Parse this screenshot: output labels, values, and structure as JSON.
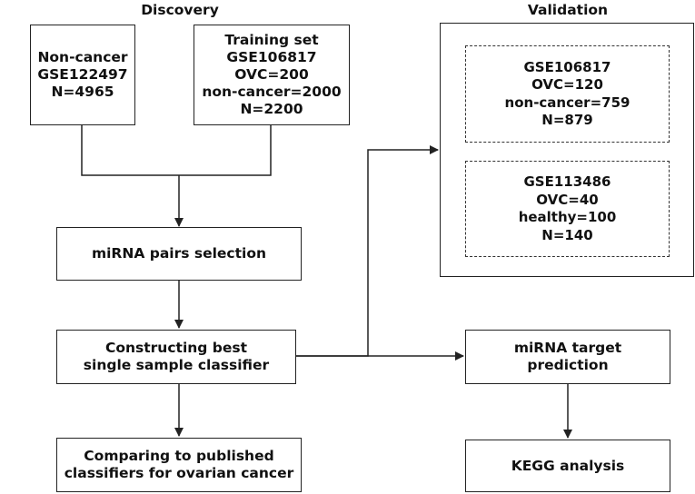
{
  "headers": {
    "discovery": "Discovery",
    "validation": "Validation"
  },
  "boxes": {
    "noncancer": [
      "Non-cancer",
      "GSE122497",
      "N=4965"
    ],
    "training": [
      "Training set",
      "GSE106817",
      "OVC=200",
      "non-cancer=2000",
      "N=2200"
    ],
    "mirna_pairs": [
      "miRNA pairs selection"
    ],
    "classifier": [
      "Constructing best",
      "single sample classifier"
    ],
    "comparing": [
      "Comparing to published",
      "classifiers for ovarian cancer"
    ],
    "validation1": [
      "GSE106817",
      "OVC=120",
      "non-cancer=759",
      "N=879"
    ],
    "validation2": [
      "GSE113486",
      "OVC=40",
      "healthy=100",
      "N=140"
    ],
    "target": [
      "miRNA target",
      "prediction"
    ],
    "kegg": [
      "KEGG analysis"
    ]
  }
}
